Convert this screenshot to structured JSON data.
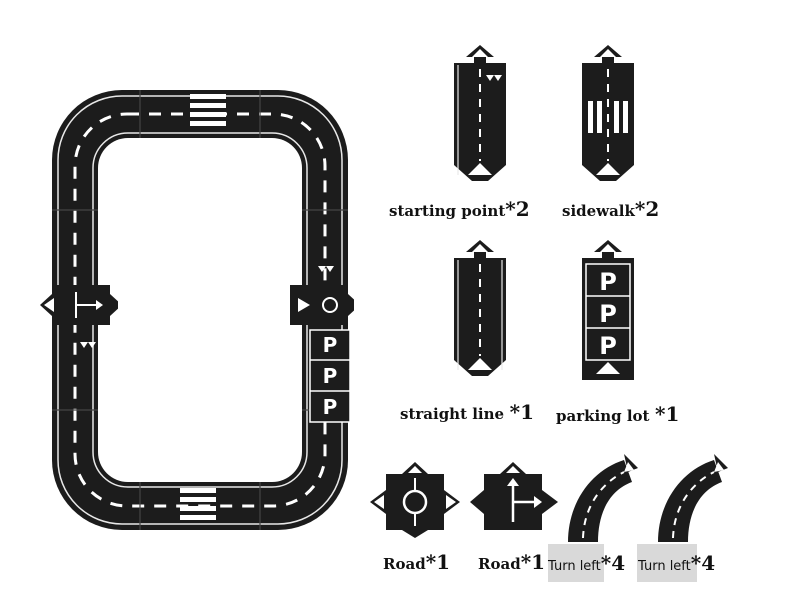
{
  "colors": {
    "asphalt": "#1c1c1c",
    "marking": "#ffffff",
    "edge": "#e8e8e8",
    "label_highlight": "#d9d9d9"
  },
  "pieces": [
    {
      "id": "starting-point",
      "name": "starting point",
      "qty": "*2"
    },
    {
      "id": "sidewalk",
      "name": "sidewalk",
      "qty": "*2"
    },
    {
      "id": "straight-line",
      "name": "straight line",
      "qty": "*1"
    },
    {
      "id": "parking-lot",
      "name": "parking lot",
      "qty": "*1",
      "sign": "P"
    },
    {
      "id": "road-roundabout",
      "name": "Road",
      "qty": "*1"
    },
    {
      "id": "road-junction",
      "name": "Road",
      "qty": "*1"
    },
    {
      "id": "turn-left-a",
      "name": "Turn left",
      "qty": "*4"
    },
    {
      "id": "turn-left-b",
      "name": "Turn left",
      "qty": "*4"
    }
  ],
  "assembled_track": {
    "parking_sign": "P"
  },
  "icons": [
    "arrow-up-icon",
    "arrow-right-icon",
    "roundabout-icon",
    "junction-icon",
    "crosswalk-icon",
    "parking-icon"
  ]
}
